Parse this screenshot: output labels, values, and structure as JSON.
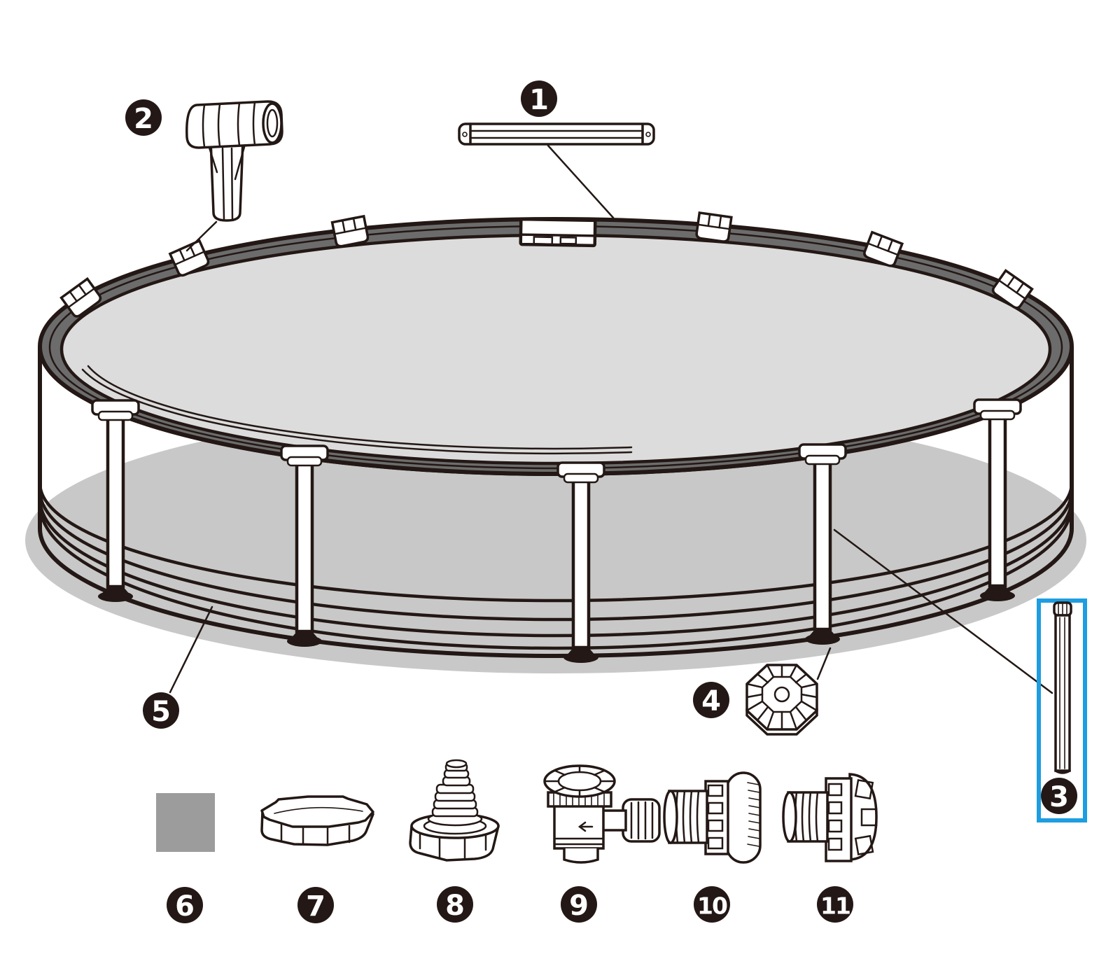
{
  "diagram": {
    "kind": "exploded-parts-diagram",
    "callouts": [
      {
        "number": "1"
      },
      {
        "number": "2"
      },
      {
        "number": "3"
      },
      {
        "number": "4"
      },
      {
        "number": "5"
      },
      {
        "number": "6"
      },
      {
        "number": "7"
      },
      {
        "number": "8"
      },
      {
        "number": "9"
      },
      {
        "number": "10"
      },
      {
        "number": "11"
      }
    ],
    "highlighted_part_number": "3",
    "colors": {
      "outline": "#231815",
      "pool_wall": "#6c6c6c",
      "pool_interior": "#dcdcdc",
      "ground_shadow": "#c8c8c8",
      "patch": "#9c9c9c",
      "highlight": "#1e9de0",
      "callout_bg": "#231815",
      "callout_text": "#ffffff"
    }
  }
}
